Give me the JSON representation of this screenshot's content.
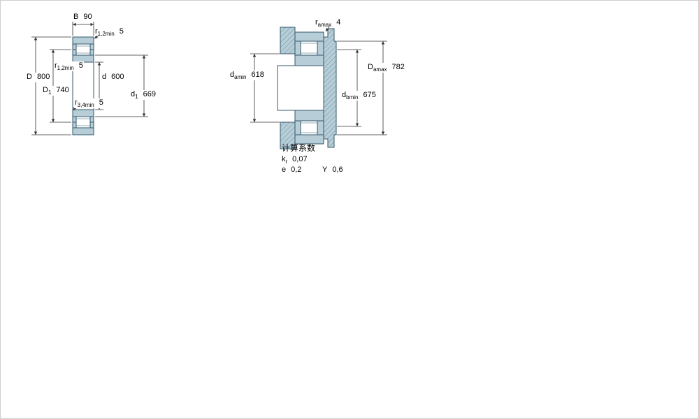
{
  "colors": {
    "background": "#ffffff",
    "fill_light": "#b7cdd7",
    "stroke_dark": "#33596b",
    "line": "#333333",
    "hatch_line": "#6b93a3"
  },
  "left_view": {
    "labels": {
      "B": {
        "sym": "B",
        "sub": "",
        "val": "90"
      },
      "r12_top": {
        "sym": "r",
        "sub": "1,2min",
        "val": "5"
      },
      "r12_mid": {
        "sym": "r",
        "sub": "1,2min",
        "val": "5"
      },
      "d": {
        "sym": "d",
        "sub": "",
        "val": "600"
      },
      "D": {
        "sym": "D",
        "sub": "",
        "val": "800"
      },
      "D1": {
        "sym": "D",
        "sub": "1",
        "val": "740"
      },
      "r34": {
        "sym": "r",
        "sub": "3,4min",
        "val": "5"
      },
      "d1": {
        "sym": "d",
        "sub": "1",
        "val": "669"
      }
    }
  },
  "right_view": {
    "labels": {
      "ra": {
        "sym": "r",
        "sub": "amax",
        "val": "4"
      },
      "da": {
        "sym": "d",
        "sub": "amin",
        "val": "618"
      },
      "Da": {
        "sym": "D",
        "sub": "amax",
        "val": "782"
      },
      "db": {
        "sym": "d",
        "sub": "bmin",
        "val": "675"
      }
    }
  },
  "calculation_factors": {
    "title": "计算系数",
    "rows": [
      {
        "sym": "k",
        "sub": "r",
        "val": "0,07"
      },
      {
        "sym": "e",
        "sub": "",
        "val": "0,2"
      },
      {
        "sym": "Y",
        "sub": "",
        "val": "0,6"
      }
    ]
  }
}
